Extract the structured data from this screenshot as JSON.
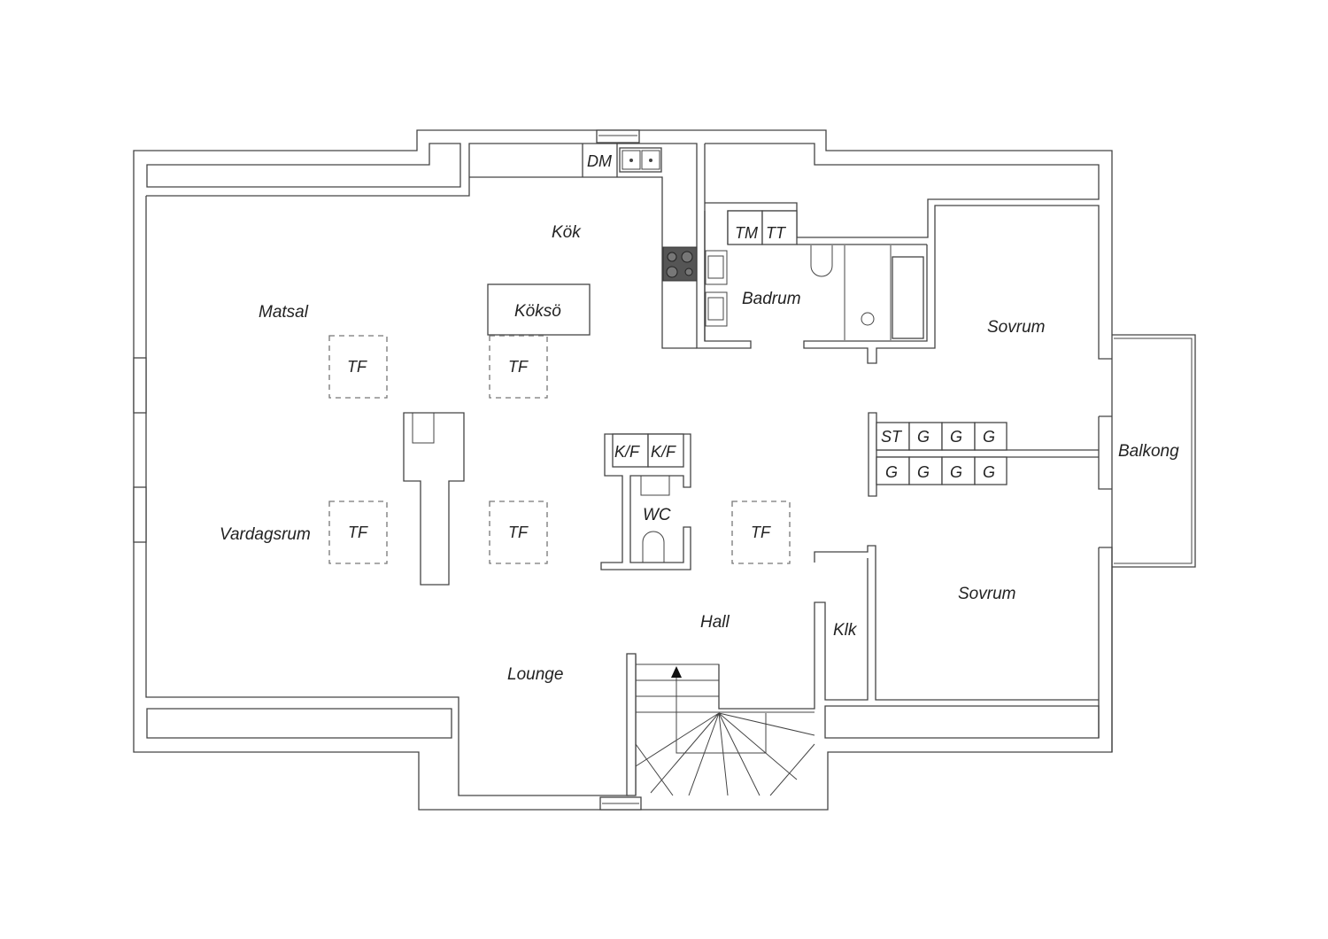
{
  "rooms": {
    "kitchen": "Kök",
    "island": "Köksö",
    "dining": "Matsal",
    "living": "Vardagsrum",
    "lounge": "Lounge",
    "hall": "Hall",
    "bathroom": "Badrum",
    "wc": "WC",
    "closet": "Klk",
    "bedroom1": "Sovrum",
    "bedroom2": "Sovrum",
    "balcony": "Balkong"
  },
  "fixtures": {
    "dishwasher": "DM",
    "washing_machine": "TM",
    "dryer": "TT",
    "fridge_freezer_1": "K/F",
    "fridge_freezer_2": "K/F",
    "storage": "ST",
    "wardrobes": [
      "G",
      "G",
      "G",
      "G",
      "G",
      "G",
      "G"
    ],
    "ceiling_markers": [
      "TF",
      "TF",
      "TF",
      "TF",
      "TF"
    ]
  },
  "colors": {
    "wall": "#444444",
    "hob": "#555555"
  }
}
